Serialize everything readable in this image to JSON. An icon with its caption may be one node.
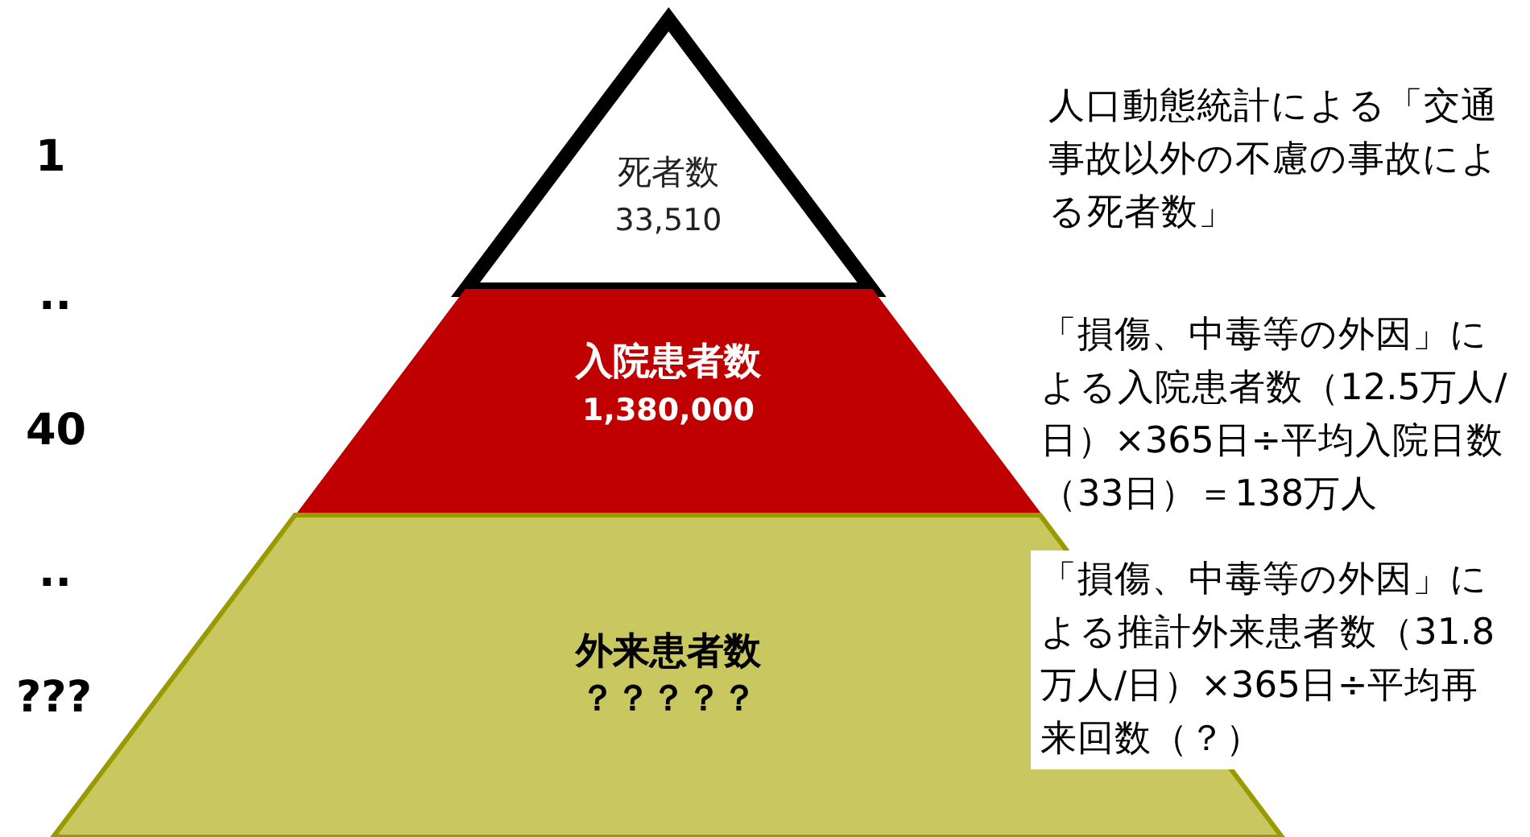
{
  "diagram": {
    "nodes": [
      {
        "text": [
          "死者数",
          "33,510"
        ]
      },
      {
        "text": [
          "入院患者数",
          "1,380,000"
        ]
      },
      {
        "text": [
          "外来患者数",
          "？？？？？"
        ]
      }
    ],
    "labels": [
      "1",
      "人口動態統計による「交通事故以外の不慮の事故による死者数」",
      "..",
      "40",
      "「損傷、中毒等の外因」による入院患者数（12.5万人/日）×365日÷平均入院日数（33日）＝138万人",
      "..",
      "???",
      "「損傷、中毒等の外因」による推計外来患者数（31.8万人/日）×365日÷平均再来回数（？）"
    ]
  }
}
